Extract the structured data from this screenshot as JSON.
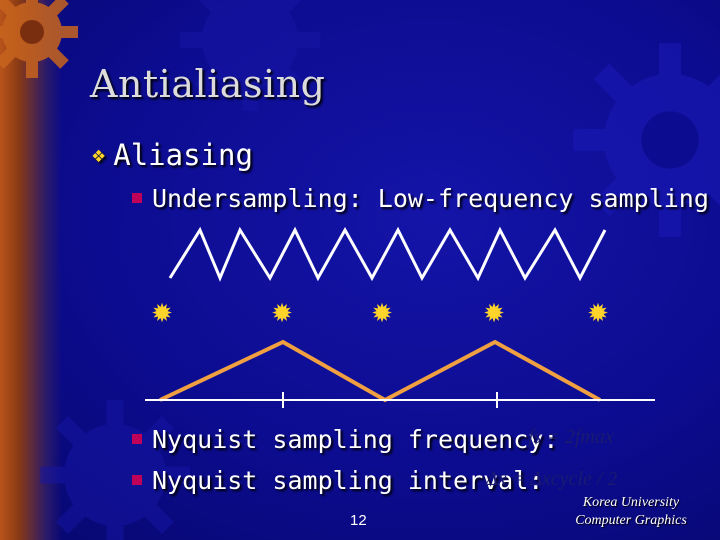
{
  "slide": {
    "title": "Antialiasing",
    "bullet_main": "Aliasing",
    "sub_undersampling": "Undersampling: Low-frequency sampling",
    "sub_nyquist_frequency": "Nyquist sampling frequency:",
    "sub_nyquist_interval": "Nyquist sampling interval:",
    "formula_frequency": "fs = 2fmax",
    "formula_interval": "Δx = Δxcycle / 2",
    "page_number": "12",
    "footer_line1": "Korea University",
    "footer_line2": "Computer Graphics"
  },
  "colors": {
    "background": "#0c0c90",
    "signal": "#ffffff",
    "aliased_signal": "#f0a040",
    "sample_marker": "#ffd42a",
    "bullet_square": "#c00058"
  },
  "icons": {
    "main_bullet": "diamond-cluster-icon",
    "sub_bullet": "square-bullet-icon",
    "sample": "starburst-sample-icon"
  }
}
